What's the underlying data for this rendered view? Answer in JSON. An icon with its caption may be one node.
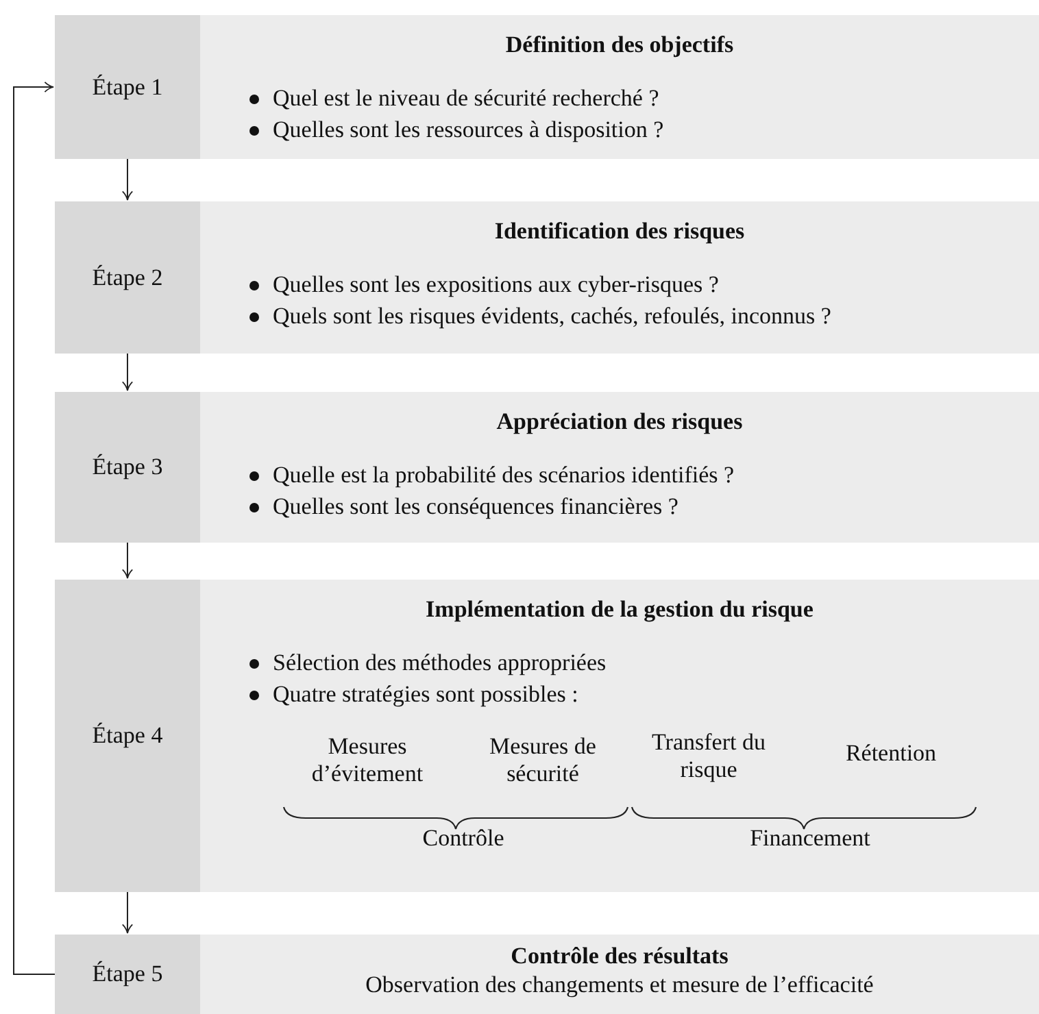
{
  "diagram": {
    "nodes": [
      {
        "text": [
          "Étape 1"
        ]
      },
      {
        "text": [
          "Définition des objectifs",
          "Quel est le niveau de sécurité recherché ?",
          "Quelles sont les ressources à disposition ?"
        ]
      },
      {
        "text": [
          "Étape 2"
        ]
      },
      {
        "text": [
          "Identification des risques",
          "Quelles sont les expositions aux cyber-risques ?",
          "Quels sont les risques évidents, cachés, refoulés, inconnus ?"
        ]
      },
      {
        "text": [
          "Étape 3"
        ]
      },
      {
        "text": [
          "Appréciation des risques",
          "Quelle est la probabilité des scénarios identifiés ?",
          "Quelles sont les conséquences financières ?"
        ]
      },
      {
        "text": [
          "Étape 4"
        ]
      },
      {
        "text": [
          "Implémentation de la gestion du risque",
          "Sélection des méthodes appropriées",
          "Quatre stratégies sont possibles :"
        ]
      },
      {
        "text": [
          "Étape 5"
        ]
      },
      {
        "text": [
          "Contrôle des résultats",
          "Observation des changements et mesure de l’efficacité"
        ]
      }
    ],
    "edges": [
      {
        "from": 0,
        "to": 2,
        "arrow": "to"
      },
      {
        "from": 2,
        "to": 4,
        "arrow": "to"
      },
      {
        "from": 4,
        "to": 6,
        "arrow": "to"
      },
      {
        "from": 6,
        "to": 8,
        "arrow": "to"
      },
      {
        "from": 8,
        "to": 0,
        "arrow": "to"
      }
    ],
    "labels": [
      "Mesures d’évitement",
      "Mesures de sécurité",
      "Transfert du risque",
      "Rétention",
      "Contrôle",
      "Financement"
    ]
  }
}
